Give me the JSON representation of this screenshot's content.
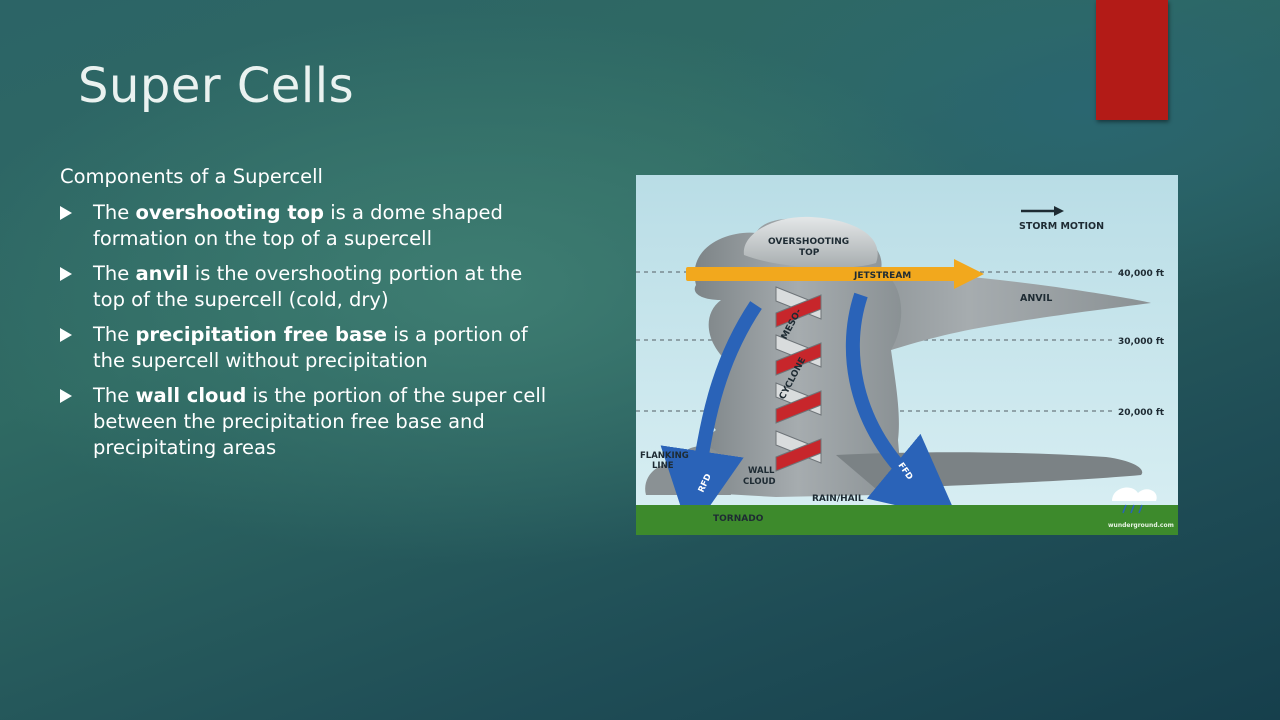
{
  "slide": {
    "title": "Super Cells",
    "subheading": "Components of a Supercell",
    "bullets": [
      {
        "pre": "The ",
        "term": "overshooting top",
        "post": " is a dome shaped formation on the top of a supercell"
      },
      {
        "pre": "The ",
        "term": "anvil",
        "post": " is the overshooting portion at the top of the supercell (cold, dry)"
      },
      {
        "pre": "The ",
        "term": "precipitation free base",
        "post": " is a portion of the supercell without precipitation"
      },
      {
        "pre": "The ",
        "term": "wall cloud",
        "post": " is the portion of the super cell between the precipitation free base and precipitating areas"
      }
    ],
    "accent_color": "#b31b17"
  },
  "diagram": {
    "labels": {
      "storm_motion": "STORM MOTION",
      "overshooting": "OVERSHOOTING",
      "top": "TOP",
      "jetstream": "JETSTREAM",
      "anvil": "ANVIL",
      "alt_40k": "40,000 ft",
      "alt_30k": "30,000 ft",
      "alt_20k": "20,000 ft",
      "meso": "MESO-",
      "cyclone": "CYCLONE",
      "flanking": "FLANKING",
      "line": "LINE",
      "rfd": "RFD",
      "ffd": "FFD",
      "wall": "WALL",
      "cloud": "CLOUD",
      "rain_hail": "RAIN/HAIL",
      "tornado": "TORNADO",
      "credit": "wunderground.com"
    },
    "colors": {
      "sky_top": "#b9dde6",
      "sky_bottom": "#d6eef2",
      "cloud": "#8f9699",
      "cloud_light": "#c4c9cb",
      "jetstream": "#f2a81d",
      "downdraft": "#2a63b8",
      "helix_red": "#c7262b",
      "ground": "#3d8a2c"
    }
  }
}
